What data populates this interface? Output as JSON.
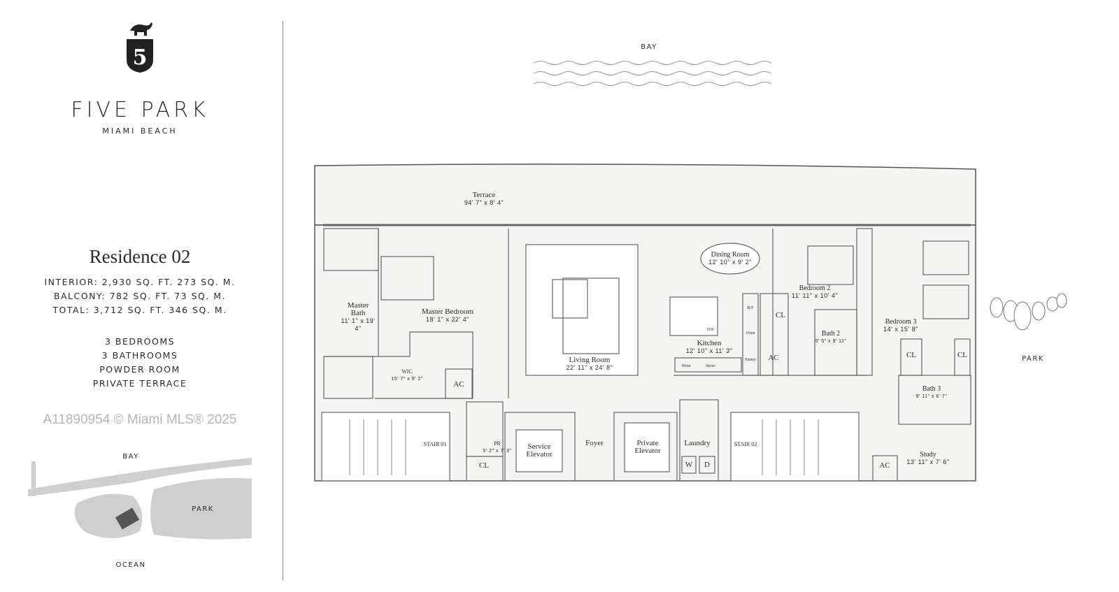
{
  "brand": {
    "name": "FIVE PARK",
    "location": "MIAMI BEACH",
    "logo_icon": "elephant-shield-5-icon"
  },
  "residence": {
    "title": "Residence 02",
    "interior": "INTERIOR: 2,930 SQ. FT.   273 SQ. M.",
    "balcony": "BALCONY: 782 SQ. FT.   73 SQ. M.",
    "total": "TOTAL: 3,712 SQ. FT.   346 SQ. M.",
    "features": [
      "3 BEDROOMS",
      "3 BATHROOMS",
      "POWDER ROOM",
      "PRIVATE TERRACE"
    ]
  },
  "watermark": "A11890954 © Miami MLS® 2025",
  "site_map": {
    "bay": "BAY",
    "park": "PARK",
    "ocean": "OCEAN"
  },
  "plan": {
    "bay": "BAY",
    "park": "PARK",
    "rooms": {
      "terrace": {
        "name": "Terrace",
        "dim": "94' 7\" x 8' 4\""
      },
      "master_bath": {
        "name": "Master Bath",
        "dim": "11' 1\" x 19' 4\""
      },
      "master_bedroom": {
        "name": "Master Bedroom",
        "dim": "18' 1\" x 22' 4\""
      },
      "wic": {
        "name": "WIC",
        "dim": "15' 7\" x 9' 2\""
      },
      "living_room": {
        "name": "Living Room",
        "dim": "22' 11\" x 24' 8\""
      },
      "dining_room": {
        "name": "Dining Room",
        "dim": "12' 10\" x 9' 2\""
      },
      "kitchen": {
        "name": "Kitchen",
        "dim": "12' 10\" x 11' 3\""
      },
      "bedroom2": {
        "name": "Bedroom 2",
        "dim": "11' 11\" x 10' 4\""
      },
      "bath2": {
        "name": "Bath 2",
        "dim": "5' 5\" x 9' 11\""
      },
      "bedroom3": {
        "name": "Bedroom 3",
        "dim": "14' x 15' 8\""
      },
      "bath3": {
        "name": "Bath 3",
        "dim": "9' 11\" x 6' 7\""
      },
      "study": {
        "name": "Study",
        "dim": "13' 11\" x 7' 6\""
      },
      "pr": {
        "name": "PR",
        "dim": "5' 2\" x 7' 3\""
      }
    },
    "labels": {
      "ac": "AC",
      "cl": "CL",
      "stair1": "STAIR 01",
      "stair2": "STAIR 02",
      "service_elevator": "Service Elevator",
      "private_elevator": "Private Elevator",
      "foyer": "Foyer",
      "laundry": "Laundry",
      "washer": "W",
      "dryer": "D",
      "rf": "R/F",
      "oven": "Oven",
      "pantry": "Pantry",
      "wine": "Wine",
      "stove": "Stove",
      "dw": "DW"
    }
  },
  "colors": {
    "line": "#555555",
    "fill": "#f4f4f2",
    "map": "#cfcfcf"
  }
}
